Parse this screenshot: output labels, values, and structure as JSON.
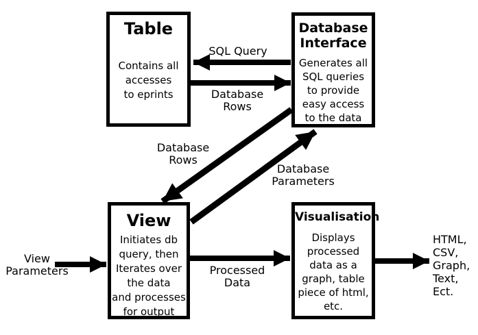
{
  "colors": {
    "background": "#ffffff",
    "ink": "#000000"
  },
  "boxes": {
    "table": {
      "title": "Table",
      "body": "Contains all\naccesses\nto eprints"
    },
    "database_interface": {
      "title": "Database\nInterface",
      "body": "Generates all\nSQL queries\nto provide\neasy access\nto the data"
    },
    "view": {
      "title": "View",
      "body": "Initiates db\nquery, then\nIterates over\nthe data\nand processes\nfor output"
    },
    "visualisation": {
      "title": "Visualisation",
      "body": "Displays\nprocessed\ndata as a\ngraph, table\npiece of html,\netc."
    }
  },
  "arrow_labels": {
    "sql_query": "SQL Query",
    "database_rows_horizontal": "Database Rows",
    "database_rows_diagonal": "Database Rows",
    "database_parameters": "Database\nParameters",
    "view_parameters": "View\nParameters",
    "processed_data": "Processed\nData",
    "output_formats": "HTML,\nCSV,\nGraph,\nText,\nEct."
  }
}
